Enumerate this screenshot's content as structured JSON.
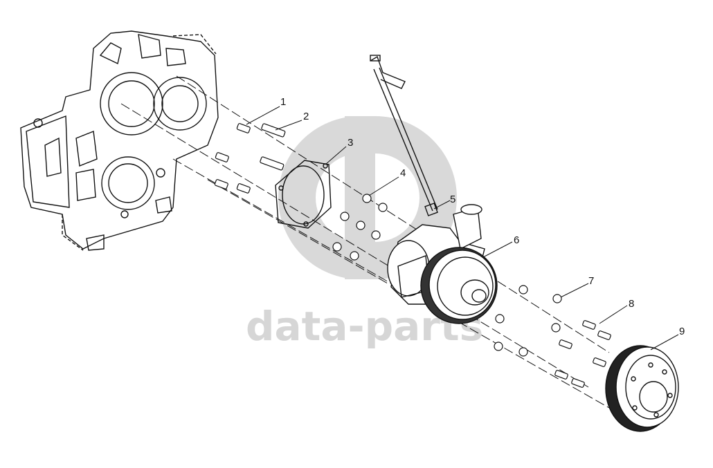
{
  "watermark": {
    "text": "data-parts",
    "color": "#d6d6d6"
  },
  "callouts": [
    {
      "id": "1",
      "label": "1"
    },
    {
      "id": "2",
      "label": "2"
    },
    {
      "id": "3",
      "label": "3"
    },
    {
      "id": "4",
      "label": "4"
    },
    {
      "id": "5",
      "label": "5"
    },
    {
      "id": "6",
      "label": "6"
    },
    {
      "id": "7",
      "label": "7"
    },
    {
      "id": "8",
      "label": "8"
    },
    {
      "id": "9",
      "label": "9"
    }
  ],
  "colors": {
    "line": "#111111",
    "background": "#ffffff"
  }
}
